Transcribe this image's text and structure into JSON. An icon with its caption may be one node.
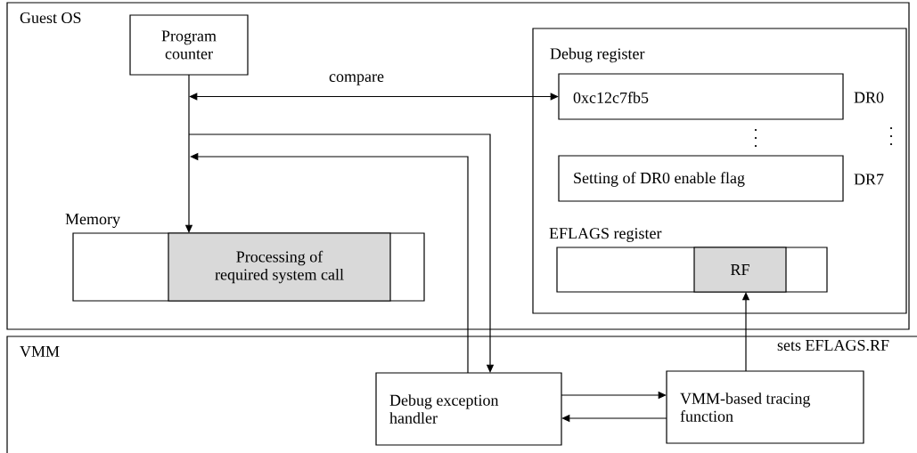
{
  "diagram": {
    "nodes": [
      {
        "text": [
          "Guest OS"
        ]
      },
      {
        "text": [
          "Program counter"
        ],
        "in": 0
      },
      {
        "text": [
          "Memory"
        ],
        "in": 0
      },
      {
        "text": [
          "Processing of required system call"
        ],
        "in": 2
      },
      {
        "text": [
          "Debug register"
        ],
        "in": 0
      },
      {
        "text": [
          "0xc12c7fb5"
        ],
        "beside": [
          "DR0"
        ],
        "in": 4
      },
      {
        "text": [
          "Setting of DR0 enable flag"
        ],
        "beside": [
          "DR7"
        ],
        "in": 4
      },
      {
        "text": [
          "EFLAGS register"
        ],
        "in": 4
      },
      {
        "text": [
          "RF"
        ],
        "in": 7
      },
      {
        "text": [
          "VMM"
        ]
      },
      {
        "text": [
          "Debug exception handler"
        ],
        "in": 9
      },
      {
        "text": [
          "VMM-based tracing function"
        ],
        "in": 9
      }
    ],
    "edges": [
      {
        "from": 1,
        "to": 3,
        "arrow": "to"
      },
      {
        "from": 1,
        "to": 5,
        "arrow": "both",
        "label": "compare"
      },
      {
        "from": 1,
        "to": 10,
        "arrow": "to"
      },
      {
        "from": 10,
        "to": null,
        "arrow": "to"
      },
      {
        "from": 10,
        "to": 11,
        "arrow": "to"
      },
      {
        "from": 11,
        "to": 10,
        "arrow": "to"
      },
      {
        "from": 11,
        "to": 8,
        "arrow": "to",
        "label": "sets EFLAGS.RF"
      }
    ]
  }
}
